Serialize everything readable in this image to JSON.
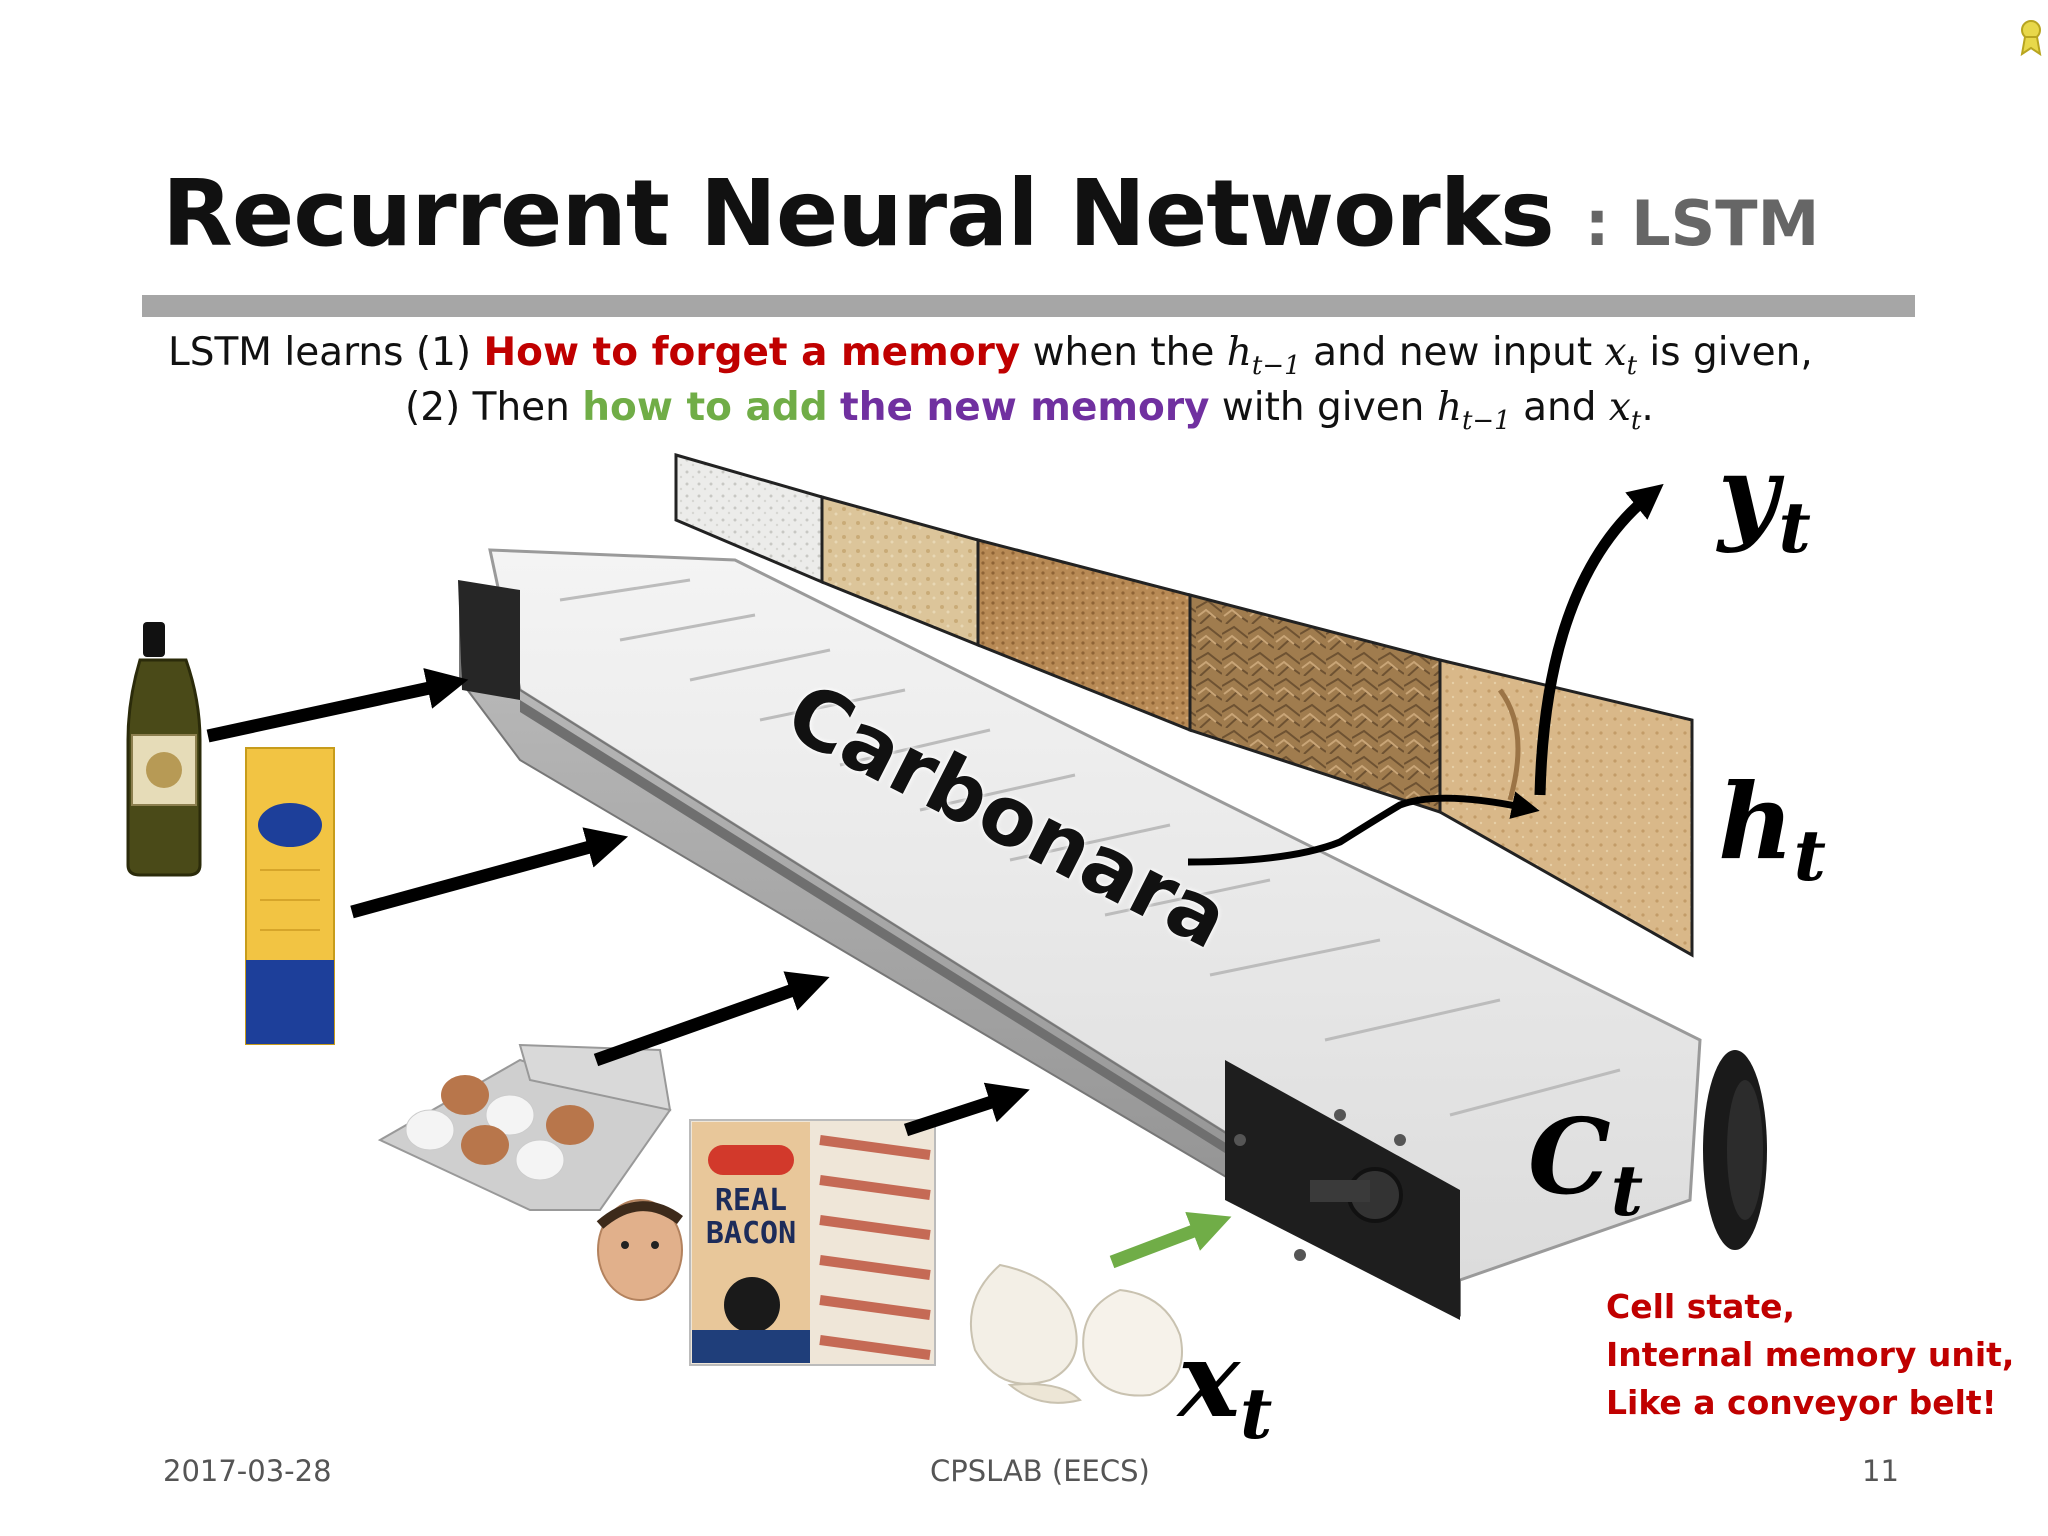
{
  "slide": {
    "title": "Recurrent Neural Networks",
    "subtitle": ": LSTM",
    "line1": {
      "a": "LSTM learns (1) ",
      "forget": "How to forget a memory",
      "b": " when the ",
      "h_var": "h",
      "h_sub": "t−1",
      "c": " and new input ",
      "x_var": "x",
      "x_sub": "t",
      "d": " is given,"
    },
    "line2": {
      "a": "(2) Then ",
      "add": "how to add",
      "space": " ",
      "new_memory": "the new memory",
      "b": " with given ",
      "h_var": "h",
      "h_sub": "t−1",
      "c": " and ",
      "x_var": "x",
      "x_sub": "t",
      "d": "."
    },
    "labels": {
      "y_var": "y",
      "y_sub": "t",
      "h_var": "h",
      "h_sub": "t",
      "c_var": "C",
      "c_sub": "t",
      "x_var": "x",
      "x_sub": "t"
    },
    "belt_word": "Carbonara",
    "cell_note": [
      "Cell state,",
      "Internal memory unit,",
      "Like a conveyor belt!"
    ],
    "bacon_package": [
      "REAL",
      "BACON"
    ],
    "footer": {
      "date": "2017-03-28",
      "lab": "CPSLAB (EECS)",
      "page": "11"
    }
  },
  "colors": {
    "arrow": "#000000",
    "input_arrow": "#70ad47",
    "forget": "#c00000",
    "add": "#70ad47",
    "new_memory": "#7030a0",
    "rule": "#a6a6a6"
  },
  "icons": [
    "olive-oil-bottle-icon",
    "spaghetti-package-icon",
    "egg-carton-icon",
    "bacon-package-icon",
    "garlic-icon",
    "face-icon",
    "conveyor-belt-icon",
    "award-ribbon-icon"
  ]
}
